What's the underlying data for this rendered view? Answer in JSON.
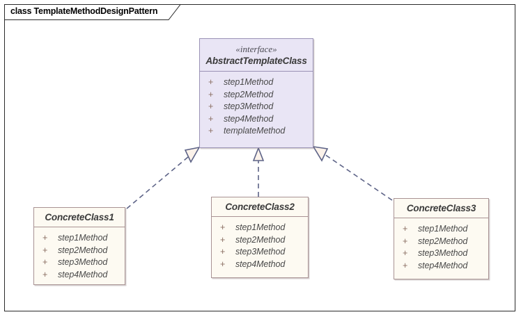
{
  "diagram": {
    "kind_label": "class",
    "name": "TemplateMethodDesignPattern",
    "title": "class TemplateMethodDesignPattern",
    "colors": {
      "abstract_fill": "#e9e5f5",
      "abstract_border": "#9a92b5",
      "concrete_fill": "#fdfaf2",
      "concrete_border": "#a89293",
      "connector": "#5d6387",
      "frame_border": "#2a2a2a",
      "visibility_text": "#8a6f63"
    }
  },
  "classes": {
    "abstract": {
      "stereotype": "«interface»",
      "name": "AbstractTemplateClass",
      "members": [
        {
          "visibility": "+",
          "name": "step1Method"
        },
        {
          "visibility": "+",
          "name": "step2Method"
        },
        {
          "visibility": "+",
          "name": "step3Method"
        },
        {
          "visibility": "+",
          "name": "step4Method"
        },
        {
          "visibility": "+",
          "name": "templateMethod"
        }
      ]
    },
    "concrete1": {
      "name": "ConcreteClass1",
      "members": [
        {
          "visibility": "+",
          "name": "step1Method"
        },
        {
          "visibility": "+",
          "name": "step2Method"
        },
        {
          "visibility": "+",
          "name": "step3Method"
        },
        {
          "visibility": "+",
          "name": "step4Method"
        }
      ]
    },
    "concrete2": {
      "name": "ConcreteClass2",
      "members": [
        {
          "visibility": "+",
          "name": "step1Method"
        },
        {
          "visibility": "+",
          "name": "step2Method"
        },
        {
          "visibility": "+",
          "name": "step3Method"
        },
        {
          "visibility": "+",
          "name": "step4Method"
        }
      ]
    },
    "concrete3": {
      "name": "ConcreteClass3",
      "members": [
        {
          "visibility": "+",
          "name": "step1Method"
        },
        {
          "visibility": "+",
          "name": "step2Method"
        },
        {
          "visibility": "+",
          "name": "step3Method"
        },
        {
          "visibility": "+",
          "name": "step4Method"
        }
      ]
    }
  },
  "relationships": [
    {
      "type": "realization",
      "source": "ConcreteClass1",
      "target": "AbstractTemplateClass",
      "line": "dashed",
      "arrowhead": "hollow-triangle"
    },
    {
      "type": "realization",
      "source": "ConcreteClass2",
      "target": "AbstractTemplateClass",
      "line": "dashed",
      "arrowhead": "hollow-triangle"
    },
    {
      "type": "realization",
      "source": "ConcreteClass3",
      "target": "AbstractTemplateClass",
      "line": "dashed",
      "arrowhead": "hollow-triangle"
    }
  ]
}
